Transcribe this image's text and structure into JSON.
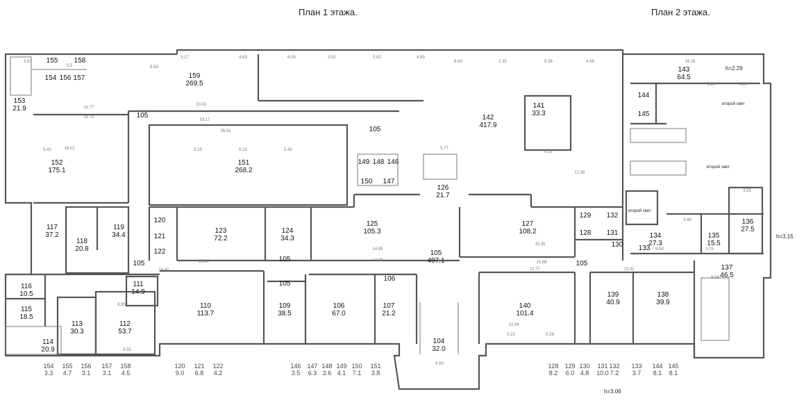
{
  "titles": {
    "floor1": "План 1 этажа.",
    "floor2": "План 2 этажа."
  },
  "heights": {
    "h_143": "h=2.29",
    "h_right": "h=3.15",
    "h_bottom": "h=3.06"
  },
  "second_light": "второй свет",
  "rooms": [
    {
      "num": "155",
      "area": ""
    },
    {
      "num": "158",
      "area": ""
    },
    {
      "num": "154",
      "area": ""
    },
    {
      "num": "156",
      "area": ""
    },
    {
      "num": "157",
      "area": ""
    },
    {
      "num": "153",
      "area": "21.9"
    },
    {
      "num": "159",
      "area": "269.5"
    },
    {
      "num": "152",
      "area": "175.1"
    },
    {
      "num": "151",
      "area": "268.2"
    },
    {
      "num": "142",
      "area": "417.9"
    },
    {
      "num": "141",
      "area": "33.3"
    },
    {
      "num": "143",
      "area": "64.5"
    },
    {
      "num": "144",
      "area": ""
    },
    {
      "num": "145",
      "area": ""
    },
    {
      "num": "149",
      "area": ""
    },
    {
      "num": "148",
      "area": ""
    },
    {
      "num": "146",
      "area": ""
    },
    {
      "num": "150",
      "area": ""
    },
    {
      "num": "147",
      "area": ""
    },
    {
      "num": "126",
      "area": "21.7"
    },
    {
      "num": "125",
      "area": "105.3"
    },
    {
      "num": "127",
      "area": "108.2"
    },
    {
      "num": "129",
      "area": ""
    },
    {
      "num": "132",
      "area": ""
    },
    {
      "num": "128",
      "area": ""
    },
    {
      "num": "131",
      "area": ""
    },
    {
      "num": "130",
      "area": ""
    },
    {
      "num": "134",
      "area": "27.3"
    },
    {
      "num": "135",
      "area": "15.5"
    },
    {
      "num": "136",
      "area": "27.5"
    },
    {
      "num": "133",
      "area": ""
    },
    {
      "num": "137",
      "area": "46.5"
    },
    {
      "num": "117",
      "area": "37.2"
    },
    {
      "num": "118",
      "area": "20.8"
    },
    {
      "num": "119",
      "area": "34.4"
    },
    {
      "num": "120",
      "area": ""
    },
    {
      "num": "121",
      "area": ""
    },
    {
      "num": "122",
      "area": ""
    },
    {
      "num": "123",
      "area": "72.2"
    },
    {
      "num": "124",
      "area": "34.3"
    },
    {
      "num": "105",
      "area": "497.1"
    },
    {
      "num": "116",
      "area": "10.5"
    },
    {
      "num": "115",
      "area": "18.5"
    },
    {
      "num": "111",
      "area": "14.9"
    },
    {
      "num": "114",
      "area": "20.9"
    },
    {
      "num": "113",
      "area": "30.3"
    },
    {
      "num": "112",
      "area": "53.7"
    },
    {
      "num": "110",
      "area": "113.7"
    },
    {
      "num": "109",
      "area": "38.5"
    },
    {
      "num": "106",
      "area": "67.0"
    },
    {
      "num": "106",
      "area": ""
    },
    {
      "num": "107",
      "area": "21.2"
    },
    {
      "num": "104",
      "area": "32.0"
    },
    {
      "num": "140",
      "area": "101.4"
    },
    {
      "num": "139",
      "area": "40.9"
    },
    {
      "num": "138",
      "area": "39.9"
    },
    {
      "num": "105",
      "area": ""
    },
    {
      "num": "105",
      "area": ""
    },
    {
      "num": "105",
      "area": ""
    },
    {
      "num": "105",
      "area": ""
    },
    {
      "num": "105",
      "area": ""
    },
    {
      "num": "105",
      "area": ""
    }
  ],
  "dimensions": [
    "3.67",
    "5.5",
    "6.59",
    "5.17",
    "4.83",
    "6.08",
    "5.52",
    "5.63",
    "4.89",
    "6.83",
    "2.35",
    "5.36",
    "4.48",
    "18.29",
    "5.19",
    "4.28",
    "11.77",
    "11.75",
    "33.02",
    "33.17",
    "26.91",
    "16.01",
    "5.43",
    "5.15",
    "6.15",
    "5.42",
    "5.77",
    "6.33",
    "12.39",
    "14.95",
    "14.22",
    "15.35",
    "15.88",
    "14.42",
    "15.04",
    "13.42",
    "12.77",
    "8.55",
    "6.85",
    "12.34",
    "5.21",
    "5.26",
    "6.50",
    "8.29",
    "3.35",
    "3.48",
    "3.75",
    "6.58"
  ],
  "legend": [
    {
      "num": "154",
      "area": "3.3"
    },
    {
      "num": "155",
      "area": "4.7"
    },
    {
      "num": "156",
      "area": "3.1"
    },
    {
      "num": "157",
      "area": "3.1"
    },
    {
      "num": "158",
      "area": "4.5"
    },
    {
      "num": "120",
      "area": "9.0"
    },
    {
      "num": "121",
      "area": "6.8"
    },
    {
      "num": "122",
      "area": "4.2"
    },
    {
      "num": "146",
      "area": "3.5"
    },
    {
      "num": "147",
      "area": "6.3"
    },
    {
      "num": "148",
      "area": "3.6"
    },
    {
      "num": "149",
      "area": "4.1"
    },
    {
      "num": "150",
      "area": "7.1"
    },
    {
      "num": "151",
      "area": "3.8"
    },
    {
      "num": "128",
      "area": "8.2"
    },
    {
      "num": "129",
      "area": "6.0"
    },
    {
      "num": "130",
      "area": "4.8"
    },
    {
      "num": "131",
      "area": "10.0"
    },
    {
      "num": "132",
      "area": "7.2"
    },
    {
      "num": "133",
      "area": "3.7"
    },
    {
      "num": "144",
      "area": "8.1"
    },
    {
      "num": "145",
      "area": "8.1"
    }
  ]
}
